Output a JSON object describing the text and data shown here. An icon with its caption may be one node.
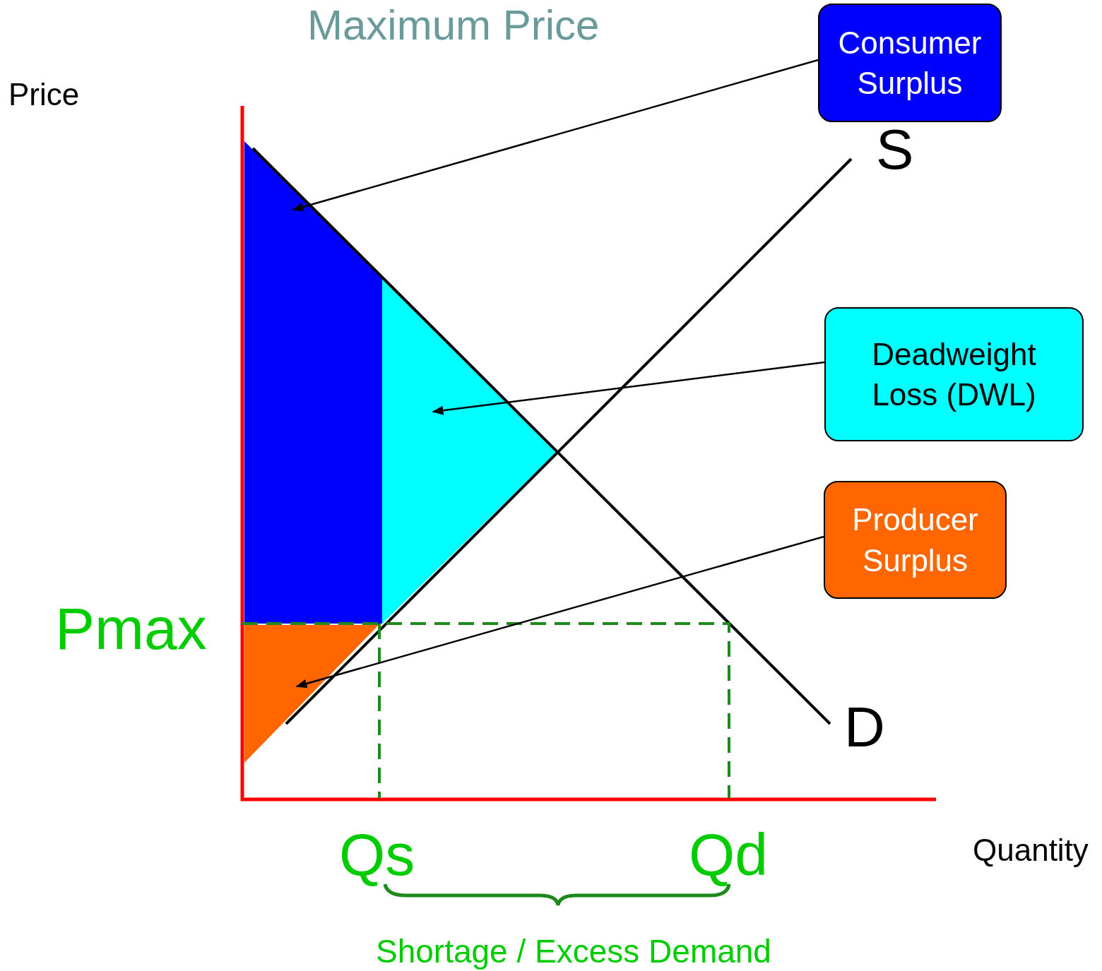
{
  "diagram": {
    "title": "Maximum Price",
    "nodes": [
      {
        "text": [
          "Consumer Surplus"
        ]
      },
      {
        "text": [
          "Deadweight Loss (DWL)"
        ]
      },
      {
        "text": [
          "Producer Surplus"
        ]
      },
      {
        "text": [],
        "shape": "trapezoid"
      },
      {
        "text": [],
        "shape": "triangle"
      },
      {
        "text": [],
        "shape": "triangle"
      }
    ],
    "edges": [
      {
        "from": 0,
        "to": 3,
        "arrow": "to"
      },
      {
        "from": 1,
        "to": 4,
        "arrow": "to"
      },
      {
        "from": 2,
        "to": 5,
        "arrow": "to"
      }
    ],
    "labels": [
      "Price",
      "S",
      "Pmax",
      "D",
      "Qs",
      "Qd",
      "Quantity",
      "Shortage / Excess Demand"
    ]
  }
}
